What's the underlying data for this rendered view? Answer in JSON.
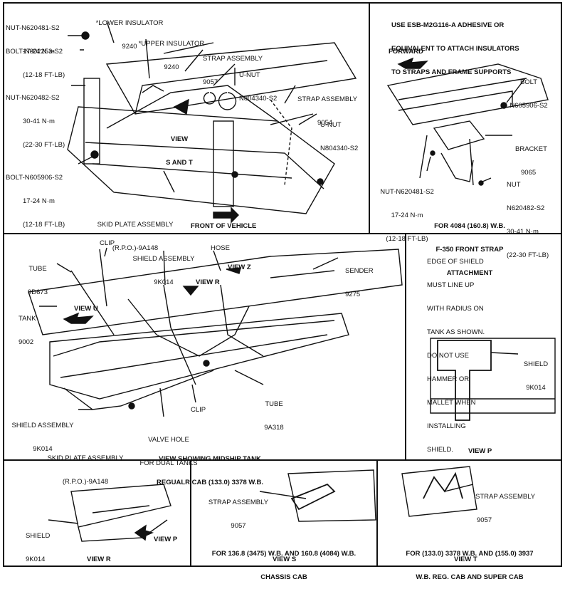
{
  "panel_top_left": {
    "nut_top": [
      "NUT-N620481-S2",
      "17-24 N·m",
      "(12-18 FT-LB)"
    ],
    "lower_insulator": [
      "*LOWER INSULATOR",
      "9240"
    ],
    "upper_insulator": [
      "*UPPER INSULATOR",
      "9240"
    ],
    "strap_assembly_9057": [
      "STRAP ASSEMBLY",
      "9057"
    ],
    "bolt_n802253": "BOLT-N802253-S2",
    "u_nut_left": [
      "U-NUT",
      "N804340-S2"
    ],
    "nut_n620482": [
      "NUT-N620482-S2",
      "30-41 N·m",
      "(22-30 FT-LB)"
    ],
    "strap_assembly_9054": [
      "STRAP ASSEMBLY",
      "9054"
    ],
    "view_s_t": [
      "VIEW",
      "S AND T"
    ],
    "u_nut_right": [
      "U-NUT",
      "N804340-S2"
    ],
    "bolt_n605906": [
      "BOLT-N605906-S2",
      "17-24 N·m",
      "(12-18 FT-LB)"
    ],
    "skid_plate": [
      "SKID PLATE ASSEMBLY",
      "(R.P.O.)-9A148"
    ],
    "front_of_vehicle": "FRONT OF VEHICLE"
  },
  "panel_top_right": {
    "note": [
      "USE ESB-M2G116-A ADHESIVE OR",
      "EQUIVALENT TO ATTACH INSULATORS",
      "TO STRAPS AND FRAME SUPPORTS"
    ],
    "forward": "FORWARD",
    "bolt": [
      "BOLT",
      "N605906-S2"
    ],
    "bracket": [
      "BRACKET",
      "9065"
    ],
    "nut_left": [
      "NUT-N620481-S2",
      "17-24 N·m",
      "(12-18 FT-LB)"
    ],
    "nut_right": [
      "NUT",
      "N620482-S2",
      "30-41 N·m",
      "(22-30 FT-LB)"
    ],
    "caption": [
      "FOR 4084 (160.8) W.B.",
      "F-350 FRONT STRAP",
      "ATTACHMENT"
    ]
  },
  "panel_middle_left": {
    "tube_9d673": [
      "TUBE",
      "9D673"
    ],
    "clip_top": "CLIP",
    "shield_9k014": [
      "SHIELD ASSEMBLY",
      "9K014"
    ],
    "hose": "HOSE",
    "sender": [
      "SENDER",
      "9275"
    ],
    "view_r": "VIEW R",
    "view_z": "VIEW Z",
    "tank": [
      "TANK",
      "9002"
    ],
    "view_u": "VIEW U",
    "tube_9a318": [
      "TUBE",
      "9A318"
    ],
    "shield_assembly": [
      "SHIELD ASSEMBLY",
      "9K014"
    ],
    "clip_bottom": "CLIP",
    "valve_hole": [
      "VALVE HOLE",
      "FOR DUAL TANKS"
    ],
    "skid_plate": [
      "SKID PLATE ASSEMBLY",
      "(R.P.O.)-9A148"
    ],
    "caption": [
      "VIEW SHOWING MIDSHIP TANK",
      "REGUALR CAB (133.0) 3378 W.B."
    ]
  },
  "panel_middle_right": {
    "note": [
      "EDGE OF SHIELD",
      "MUST LINE UP",
      "WITH RADIUS ON",
      "TANK AS SHOWN.",
      "DO NOT USE",
      "HAMMER OR",
      "MALLET WHEN",
      "INSTALLING",
      "SHIELD."
    ],
    "shield": [
      "SHIELD",
      "9K014"
    ],
    "caption": "VIEW P"
  },
  "panel_bottom_left": {
    "shield": [
      "SHIELD",
      "9K014"
    ],
    "view_p": "VIEW P",
    "caption": "VIEW R"
  },
  "panel_bottom_middle": {
    "strap": [
      "STRAP ASSEMBLY",
      "9057"
    ],
    "note": [
      "FOR 136.8 (3475) W.B. AND 160.8 (4084) W.B.",
      "CHASSIS CAB"
    ],
    "caption": "VIEW S"
  },
  "panel_bottom_right": {
    "strap": [
      "STRAP ASSEMBLY",
      "9057"
    ],
    "note": [
      "FOR (133.0) 3378 W.B. AND (155.0) 3937",
      "W.B. REG. CAB AND SUPER CAB"
    ],
    "caption": "VIEW T"
  }
}
